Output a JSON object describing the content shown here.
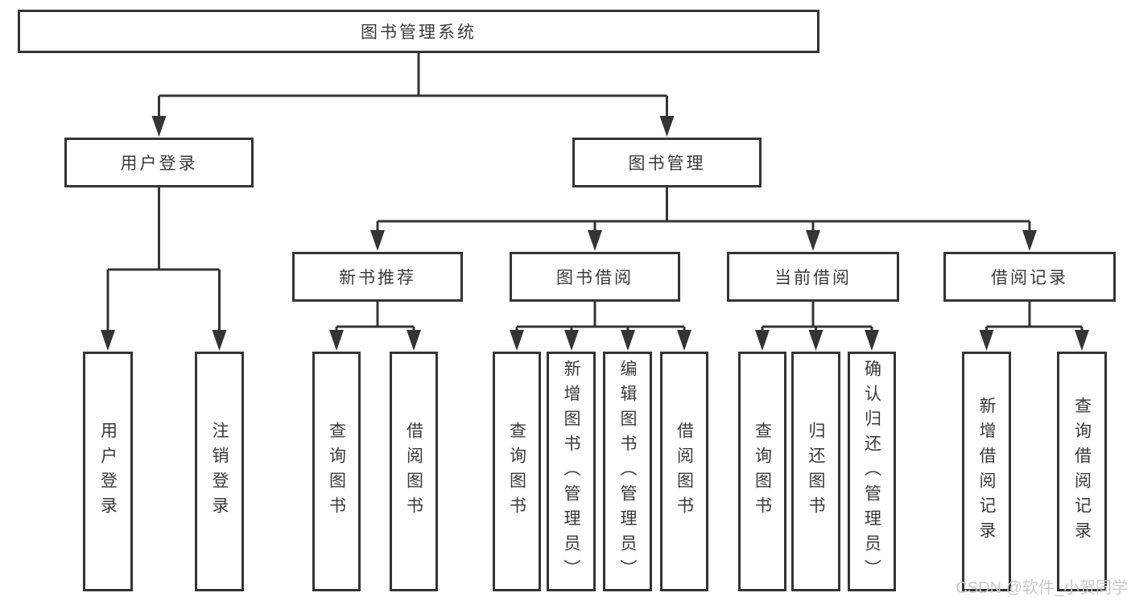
{
  "diagram": {
    "watermark": "CSDN @软件_小贺同学"
  },
  "colors": {
    "line": "#343434",
    "box_border": "#343434",
    "box_bg": "#ffffff",
    "text": "#3a3a3a",
    "watermark": "#c9c9c9"
  },
  "tree": {
    "label": "图书管理系统",
    "children": [
      {
        "label": "用户登录",
        "children": [
          {
            "label": "用户登录"
          },
          {
            "label": "注销登录"
          }
        ]
      },
      {
        "label": "图书管理",
        "children": [
          {
            "label": "新书推荐",
            "children": [
              {
                "label": "查询图书"
              },
              {
                "label": "借阅图书"
              }
            ]
          },
          {
            "label": "图书借阅",
            "children": [
              {
                "label": "查询图书"
              },
              {
                "label": "新增图书（管理员）"
              },
              {
                "label": "编辑图书（管理员）"
              },
              {
                "label": "借阅图书"
              }
            ]
          },
          {
            "label": "当前借阅",
            "children": [
              {
                "label": "查询图书"
              },
              {
                "label": "归还图书"
              },
              {
                "label": "确认归还（管理员）"
              }
            ]
          },
          {
            "label": "借阅记录",
            "children": [
              {
                "label": "新增借阅记录"
              },
              {
                "label": "查询借阅记录"
              }
            ]
          }
        ]
      }
    ]
  }
}
